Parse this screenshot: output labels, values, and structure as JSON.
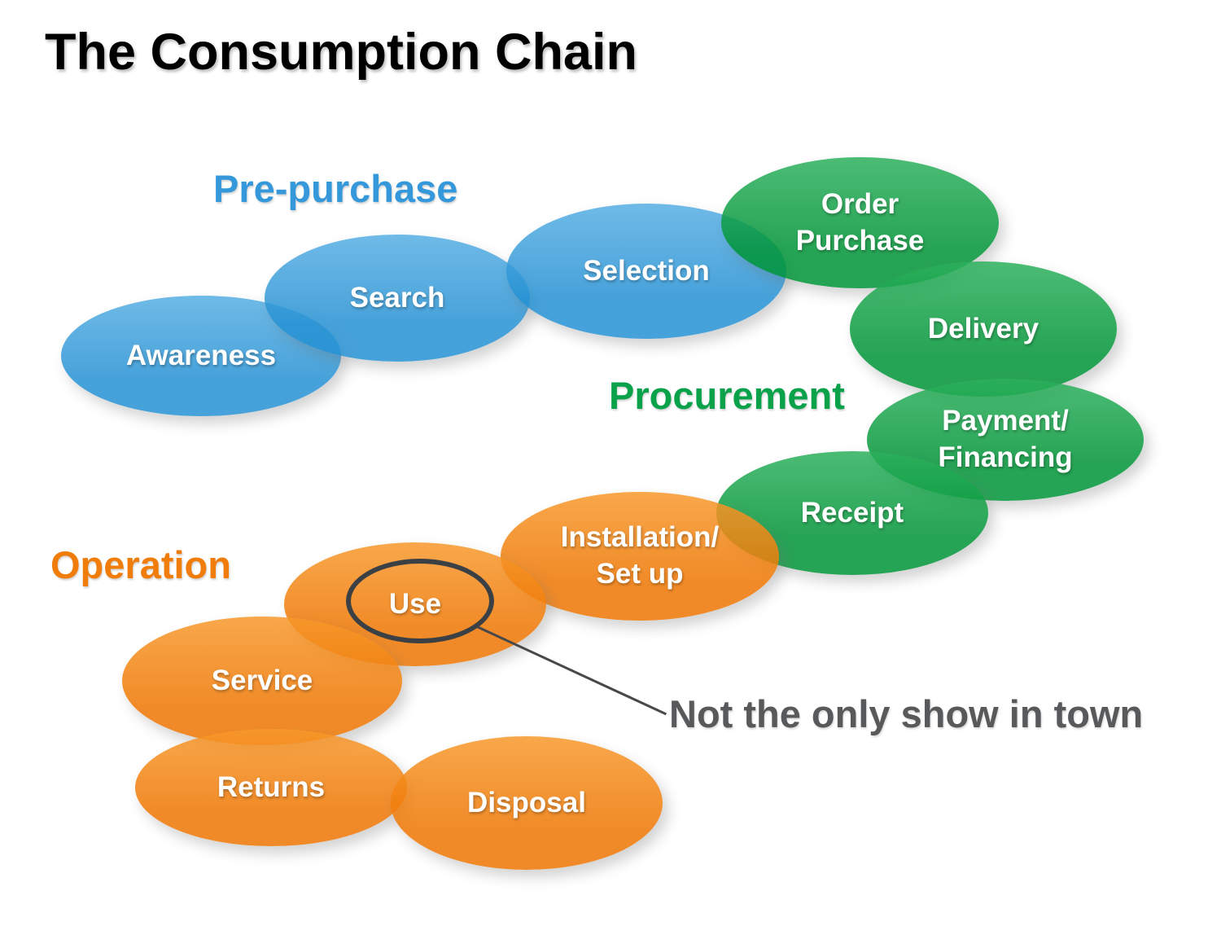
{
  "title": "The Consumption Chain",
  "groups": [
    {
      "name": "Pre-purchase",
      "color": "#3598DB"
    },
    {
      "name": "Procurement",
      "color": "#09A24B"
    },
    {
      "name": "Operation",
      "color": "#F07D0A"
    }
  ],
  "stages": [
    {
      "label": "Awareness",
      "group": "Pre-purchase"
    },
    {
      "label": "Search",
      "group": "Pre-purchase"
    },
    {
      "label": "Selection",
      "group": "Pre-purchase"
    },
    {
      "label": "Order\nPurchase",
      "group": "Procurement"
    },
    {
      "label": "Delivery",
      "group": "Procurement"
    },
    {
      "label": "Payment/\nFinancing",
      "group": "Procurement"
    },
    {
      "label": "Receipt",
      "group": "Procurement"
    },
    {
      "label": "Installation/\nSet up",
      "group": "Operation"
    },
    {
      "label": "Use",
      "group": "Operation",
      "highlighted": true
    },
    {
      "label": "Service",
      "group": "Operation"
    },
    {
      "label": "Returns",
      "group": "Operation"
    },
    {
      "label": "Disposal",
      "group": "Operation"
    }
  ],
  "annotation": {
    "text": "Not the only show in town",
    "color": "#58595B",
    "points_to": "Use"
  },
  "colors": {
    "pre_purchase_fill": "#2691D3",
    "procurement_fill": "#009637",
    "operation_fill": "#EE7602",
    "highlight_ring": "#3B4045",
    "title_color": "#000000"
  }
}
